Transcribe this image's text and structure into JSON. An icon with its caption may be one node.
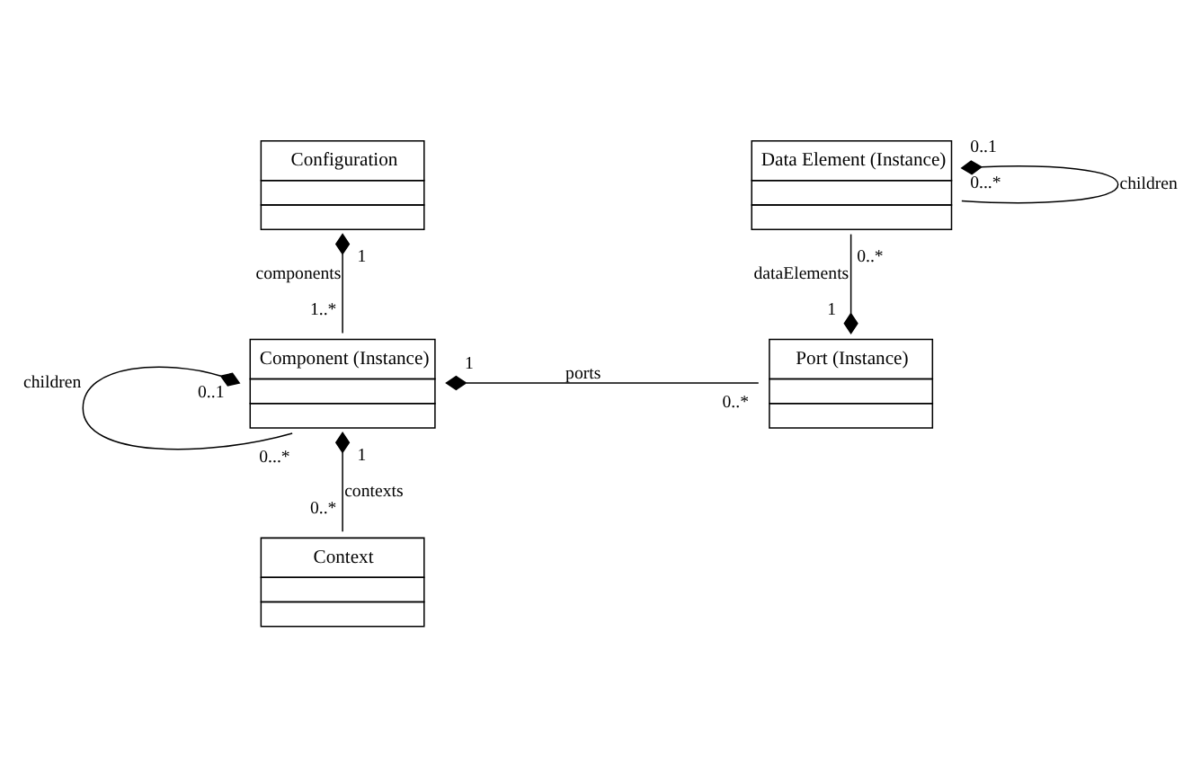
{
  "diagram": {
    "nodes": [
      {
        "text": [
          "Configuration"
        ]
      },
      {
        "text": [
          "Data Element (Instance)"
        ]
      },
      {
        "text": [
          "Component (Instance)"
        ]
      },
      {
        "text": [
          "Port (Instance)"
        ]
      },
      {
        "text": [
          "Context"
        ]
      }
    ],
    "edges": [
      {
        "from": 0,
        "to": 2,
        "arrow": "other",
        "label": "components"
      },
      {
        "from": 2,
        "to": 2,
        "arrow": "other",
        "label": "children"
      },
      {
        "from": 2,
        "to": 3,
        "arrow": "other",
        "label": "ports"
      },
      {
        "from": 1,
        "to": 1,
        "arrow": "other",
        "label": "children"
      },
      {
        "from": 3,
        "to": 1,
        "arrow": "other",
        "label": "dataElements"
      },
      {
        "from": 2,
        "to": 4,
        "arrow": "other",
        "label": "contexts"
      }
    ],
    "labels": [
      "1",
      "1..*",
      "0..1",
      "0...*",
      "1",
      "0..*",
      "0..1",
      "0...*",
      "1",
      "0..*",
      "1",
      "0..*"
    ]
  }
}
